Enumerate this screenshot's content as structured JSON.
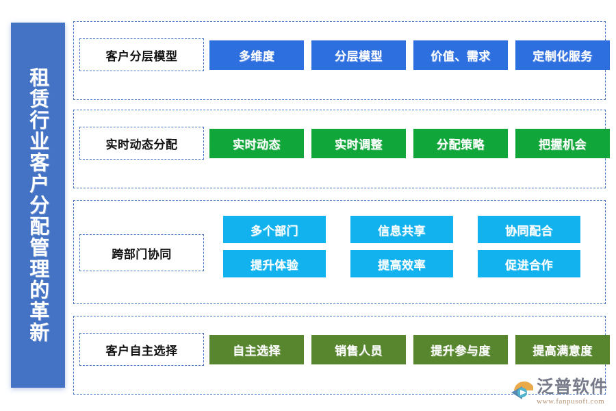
{
  "sidebar": {
    "title": "租赁行业客户分配管理的革新",
    "color": "#4472c4"
  },
  "colors": {
    "dashed_border": "#4472c4",
    "row1_chip": "#2e6fe0",
    "row2_chip": "#11a63a",
    "row3_chip": "#11b2ee",
    "row4_chip": "#58862f",
    "label_text": "#111111",
    "chip_text": "#ffffff"
  },
  "groups": [
    {
      "id": "group-1",
      "label": "客户分层模型",
      "layout": "single-row",
      "chip_color": "#2e6fe0",
      "chips": [
        "多维度",
        "分层模型",
        "价值、需求",
        "定制化服务"
      ]
    },
    {
      "id": "group-2",
      "label": "实时动态分配",
      "layout": "single-row",
      "chip_color": "#11a63a",
      "chips": [
        "实时动态",
        "实时调整",
        "分配策略",
        "把握机会"
      ]
    },
    {
      "id": "group-3",
      "label": "跨部门协同",
      "layout": "grid-2x3",
      "chip_color": "#11b2ee",
      "chips": [
        "多个部门",
        "信息共享",
        "协同配合",
        "提升体验",
        "提高效率",
        "促进合作"
      ]
    },
    {
      "id": "group-4",
      "label": "客户自主选择",
      "layout": "single-row",
      "chip_color": "#58862f",
      "chips": [
        "自主选择",
        "销售人员",
        "提升参与度",
        "提高满意度"
      ]
    }
  ],
  "watermark": {
    "brand": "泛普软件",
    "url": "www.fanpusoft.com"
  }
}
